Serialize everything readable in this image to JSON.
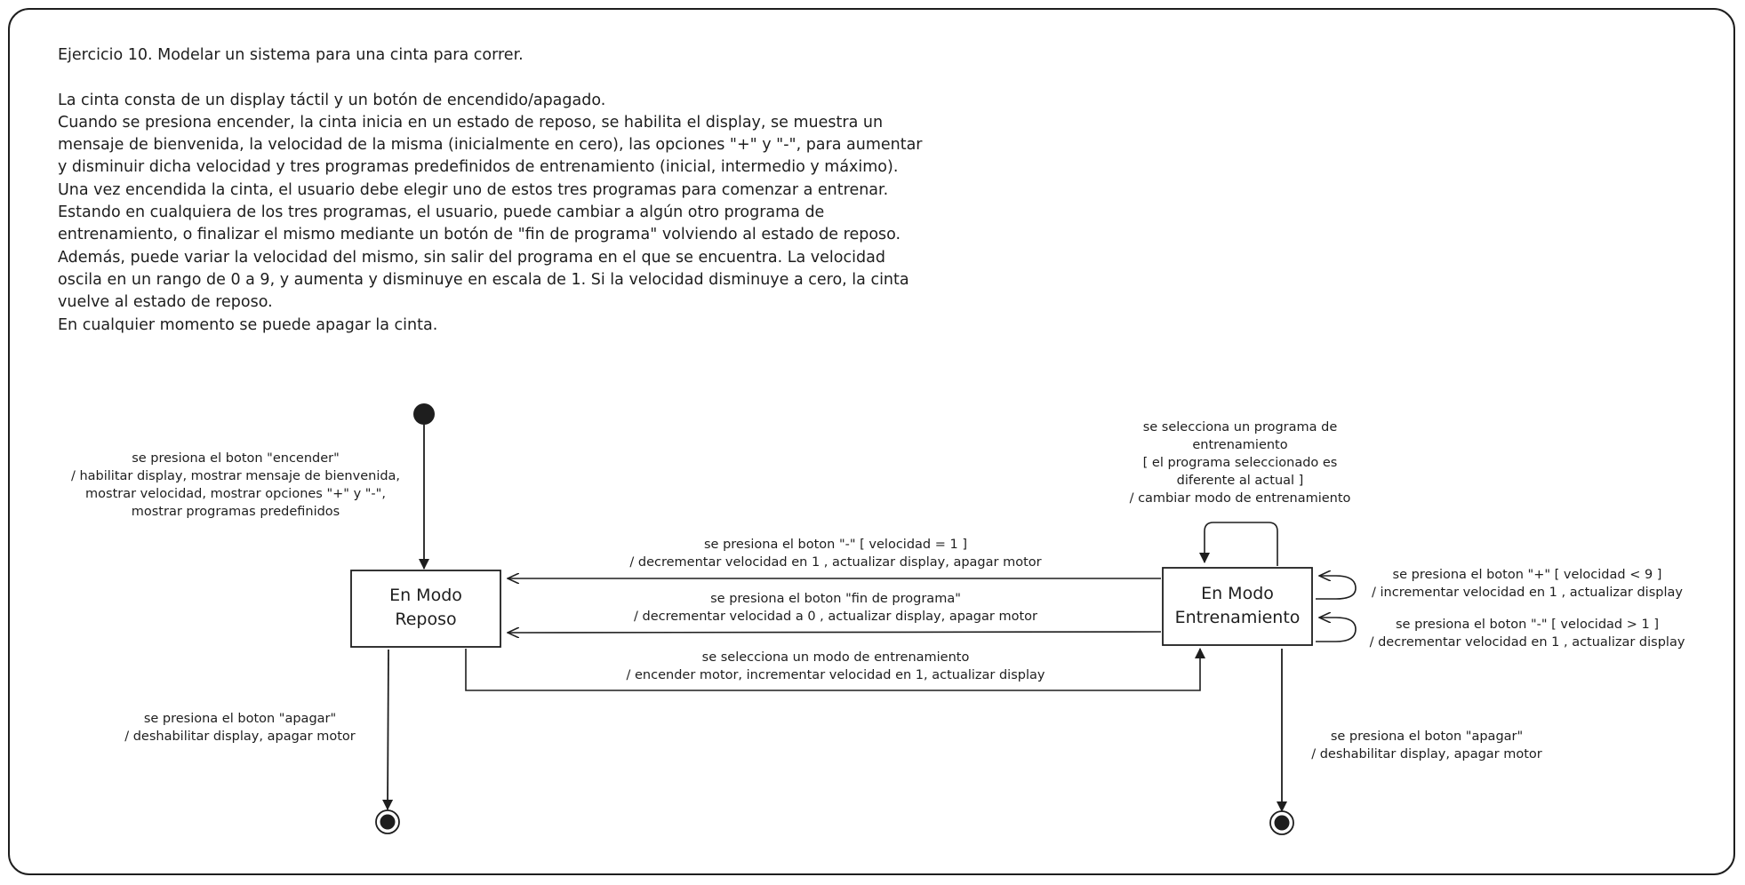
{
  "statement": {
    "title": "Ejercicio 10. Modelar un sistema para una cinta para correr.",
    "lines": [
      "La cinta consta de un display táctil y un botón de encendido/apagado.",
      "Cuando se presiona encender, la cinta inicia en un estado de reposo, se habilita el display, se muestra un",
      "mensaje de bienvenida, la velocidad de la misma (inicialmente en cero), las opciones \"+\" y \"-\", para aumentar",
      "y disminuir dicha velocidad y tres programas predefinidos de entrenamiento (inicial, intermedio y máximo).",
      "Una vez encendida la cinta, el usuario debe elegir uno de estos tres programas para comenzar a entrenar.",
      "Estando en cualquiera de los tres programas, el usuario, puede cambiar a algún otro programa de",
      "entrenamiento, o finalizar el mismo mediante un botón de \"fin de programa\" volviendo al estado de reposo.",
      "Además, puede variar la velocidad del mismo, sin salir del programa en el que se encuentra. La velocidad",
      "oscila en un rango de 0 a 9, y aumenta y disminuye en escala de 1. Si la velocidad disminuye a cero, la cinta",
      "vuelve al estado de reposo.",
      "En cualquier momento se puede apagar la cinta."
    ]
  },
  "states": {
    "reposo": {
      "line1": "En Modo",
      "line2": "Reposo"
    },
    "entrenamiento": {
      "line1": "En Modo",
      "line2": "Entrenamiento"
    }
  },
  "transitions": {
    "initial": {
      "line1": "se presiona el boton \"encender\"",
      "line2": "/  habilitar display, mostrar mensaje de bienvenida,",
      "line3": "mostrar velocidad, mostrar opciones \"+\" y \"-\",",
      "line4": "mostrar programas predefinidos"
    },
    "menos_igual_1": {
      "line1": "se presiona el boton \"-\"  [ velocidad = 1 ]",
      "line2": "/ decrementar velocidad en 1 , actualizar display, apagar motor"
    },
    "fin_programa": {
      "line1": "se presiona el boton \"fin de programa\"",
      "line2": "/ decrementar velocidad a 0 , actualizar display, apagar motor"
    },
    "seleccion_modo": {
      "line1": "se selecciona un modo de entrenamiento",
      "line2": "/ encender motor, incrementar velocidad en 1, actualizar display"
    },
    "cambio_programa": {
      "line1": "se selecciona un programa de",
      "line2": "entrenamiento",
      "line3": "[ el programa seleccionado es",
      "line4": "diferente al actual ]",
      "line5": "/ cambiar modo de entrenamiento"
    },
    "mas_menor_9": {
      "line1": "se presiona el boton \"+\" [ velocidad < 9 ]",
      "line2": "/ incrementar velocidad en 1 , actualizar display"
    },
    "menos_mayor_1": {
      "line1": "se presiona el boton \"-\" [ velocidad > 1 ]",
      "line2": "/ decrementar velocidad en 1 , actualizar display"
    },
    "apagar_reposo": {
      "line1": "se presiona el boton \"apagar\"",
      "line2": "/ deshabilitar display, apagar motor"
    },
    "apagar_entrenamiento": {
      "line1": "se presiona el boton \"apagar\"",
      "line2": "/ deshabilitar display, apagar motor"
    }
  }
}
